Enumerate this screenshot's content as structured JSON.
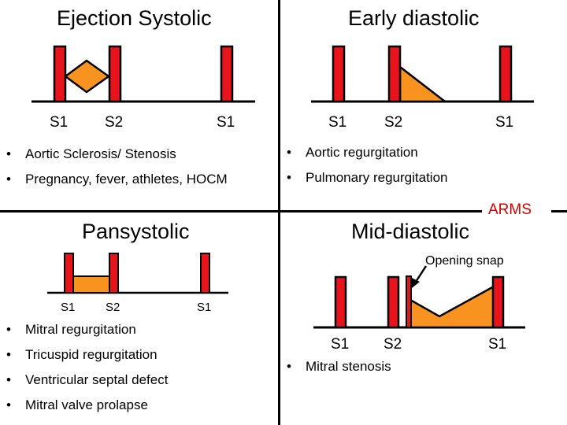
{
  "panels": {
    "top_left": {
      "title": "Ejection Systolic",
      "labels": [
        "S1",
        "S2",
        "S1"
      ],
      "items": [
        "Aortic Sclerosis/ Stenosis",
        "Pregnancy, fever, athletes, HOCM"
      ]
    },
    "top_right": {
      "title": "Early diastolic",
      "labels": [
        "S1",
        "S2",
        "S1"
      ],
      "items": [
        "Aortic regurgitation",
        "Pulmonary regurgitation"
      ]
    },
    "bottom_left": {
      "title": "Pansystolic",
      "labels": [
        "S1",
        "S2",
        "S1"
      ],
      "items": [
        "Mitral regurgitation",
        "Tricuspid regurgitation",
        "Ventricular septal defect",
        "Mitral valve prolapse"
      ]
    },
    "bottom_right": {
      "title": "Mid-diastolic",
      "labels": [
        "S1",
        "S2",
        "S1"
      ],
      "annotation": "Opening snap",
      "items": [
        "Mitral stenosis"
      ]
    }
  },
  "watermark": "ARMS",
  "colors": {
    "sound": "#e8141b",
    "murmur": "#f7931e",
    "outline": "#000000",
    "watermark": "#d40000"
  }
}
